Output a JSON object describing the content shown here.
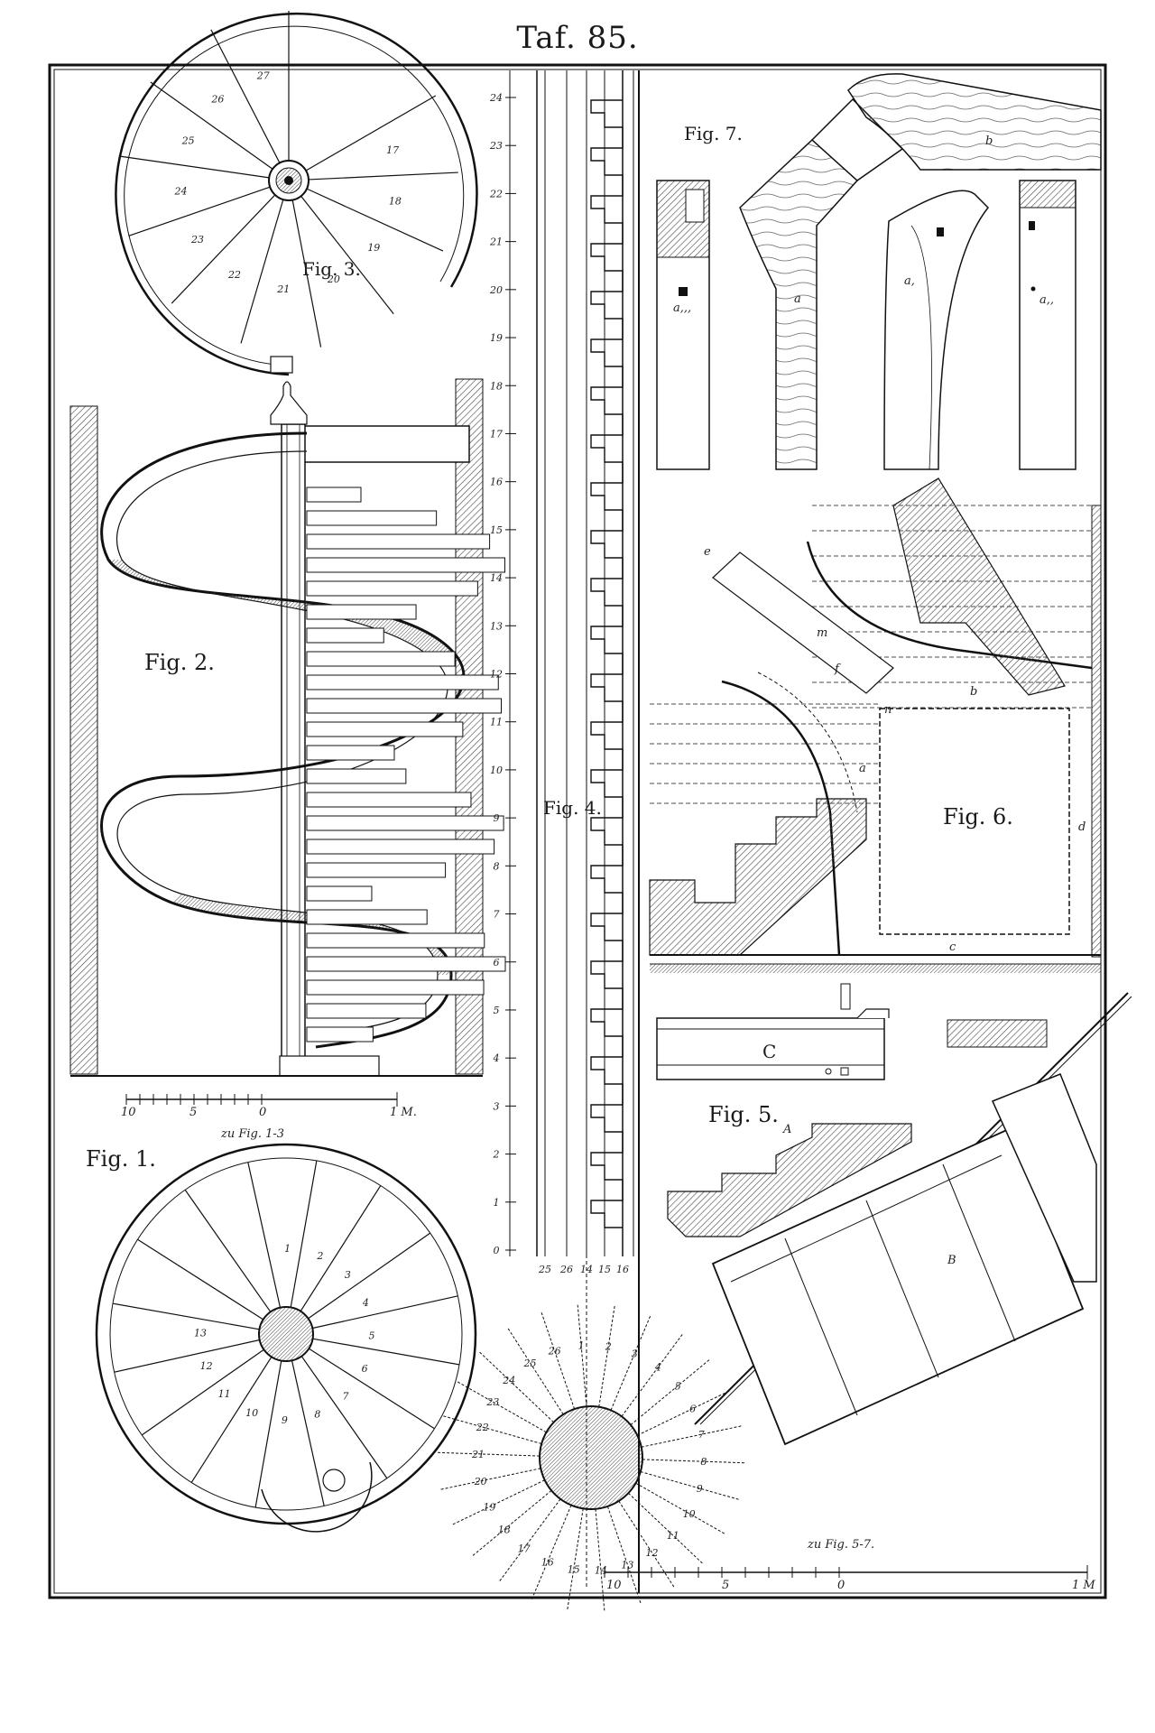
{
  "plate": {
    "title": "Taf. 85."
  },
  "figures": {
    "fig1": "Fig. 1.",
    "fig2": "Fig. 2.",
    "fig3": "Fig. 3.",
    "fig4": "Fig. 4.",
    "fig5": "Fig. 5.",
    "fig6": "Fig. 6.",
    "fig7": "Fig. 7."
  },
  "scales": {
    "left": {
      "caption": "zu Fig. 1-3",
      "ticks": [
        "10",
        "5",
        "0",
        "1 M."
      ]
    },
    "right": {
      "caption": "zu Fig. 5-7.",
      "ticks": [
        "10",
        "5",
        "0",
        "1 M"
      ]
    }
  },
  "fig1_steps": [
    "1",
    "2",
    "3",
    "4",
    "5",
    "6",
    "7",
    "8",
    "9",
    "10",
    "11",
    "12",
    "13"
  ],
  "fig3_steps": [
    "17",
    "18",
    "19",
    "20",
    "21",
    "22",
    "23",
    "24",
    "25",
    "26",
    "27"
  ],
  "fig4_ruler": [
    "0",
    "1",
    "2",
    "3",
    "4",
    "5",
    "6",
    "7",
    "8",
    "9",
    "10",
    "11",
    "12",
    "13",
    "14",
    "15",
    "16",
    "17",
    "18",
    "19",
    "20",
    "21",
    "22",
    "23",
    "24"
  ],
  "fig4_base": [
    "25",
    "26",
    "14",
    "15",
    "16"
  ],
  "star_steps": [
    "1",
    "2",
    "3",
    "4",
    "5",
    "6",
    "7",
    "8",
    "9",
    "10",
    "11",
    "12",
    "13",
    "14",
    "15",
    "16",
    "17",
    "18",
    "19",
    "20",
    "21",
    "22",
    "23",
    "24",
    "25",
    "26"
  ],
  "fig5_letters": {
    "A": "A",
    "B": "B",
    "C": "C"
  },
  "fig6_letters": {
    "a": "a",
    "b": "b",
    "c": "c",
    "d": "d",
    "e": "e",
    "f": "f",
    "m": "m",
    "n": "n"
  },
  "fig7_letters": {
    "a": "a",
    "a1": "a,",
    "a2": "a,,",
    "a3": "a,,,",
    "b": "b"
  },
  "colors": {
    "ink": "#1a1a1a",
    "paper": "#ffffff",
    "hatch": "#555555"
  }
}
